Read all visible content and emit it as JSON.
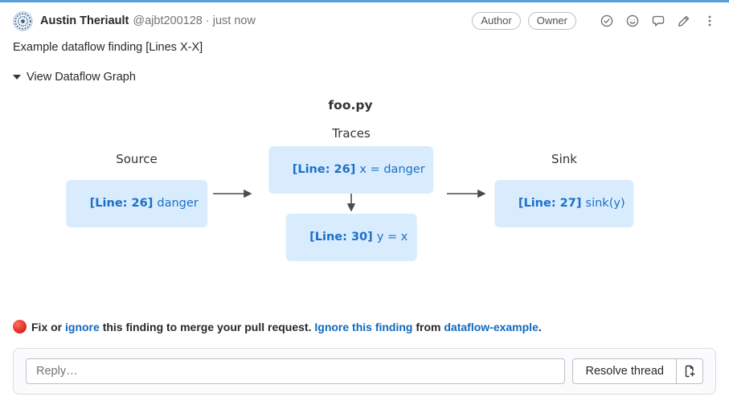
{
  "header": {
    "author_name": "Austin Theriault",
    "author_handle": "@ajbt200128",
    "separator": " · ",
    "timestamp": "just now",
    "badges": [
      {
        "label": "Author"
      },
      {
        "label": "Owner"
      }
    ],
    "action_icons": [
      {
        "name": "resolve-check-icon"
      },
      {
        "name": "emoji-smiley-icon"
      },
      {
        "name": "comment-bubble-icon"
      },
      {
        "name": "edit-pencil-icon"
      },
      {
        "name": "more-vertical-icon"
      }
    ]
  },
  "comment": {
    "text": "Example dataflow finding [Lines X-X]"
  },
  "dataflow_toggle": {
    "label": "View Dataflow Graph",
    "expanded": true
  },
  "graph": {
    "file_title": "foo.py",
    "traces_label": "Traces",
    "source_label": "Source",
    "sink_label": "Sink",
    "nodes": {
      "source": {
        "line_prefix": "[Line: 26] ",
        "code": "danger"
      },
      "trace_1": {
        "line_prefix": "[Line: 26] ",
        "code": "x = danger"
      },
      "trace_2": {
        "line_prefix": "[Line: 30] ",
        "code": "y = x"
      },
      "sink": {
        "line_prefix": "[Line: 27] ",
        "code": "sink(y)"
      }
    },
    "colors": {
      "node_background": "#d9ecfd",
      "node_text": "#1b6fc8",
      "arrow": "#4a4a4f"
    }
  },
  "alert": {
    "status_icon": "red-circle",
    "text_1": "Fix or ",
    "link_ignore": "ignore",
    "text_2": " this finding to merge your pull request. ",
    "link_ignore_finding": "Ignore this finding",
    "text_3": " from ",
    "link_repo": "dataflow-example",
    "text_4": "."
  },
  "reply": {
    "placeholder": "Reply…",
    "resolve_button_label": "Resolve thread",
    "create_issue_icon": "doc-plus-icon"
  },
  "colors": {
    "accent_bar": "#5b9fd8",
    "link": "#1068bf",
    "text_primary": "#28272d",
    "text_secondary": "#737278",
    "node_background": "#d9ecfd",
    "node_text": "#1b6fc8"
  }
}
